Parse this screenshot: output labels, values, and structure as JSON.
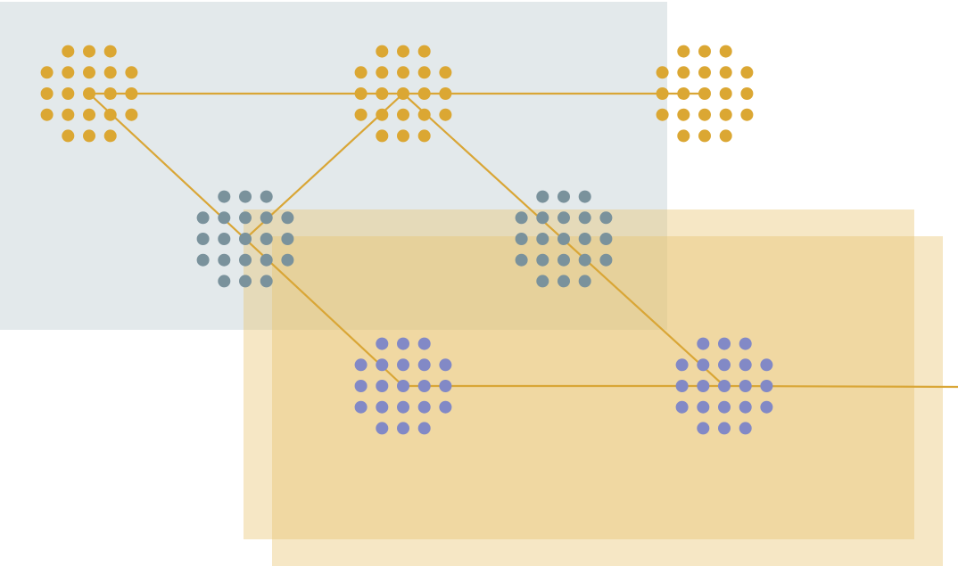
{
  "colors": {
    "background": "#ffffff",
    "panel_grey": "#e3e9eb",
    "panel_gold": "#e8c36e",
    "gold_dots": "#dba733",
    "slate_dots": "#7a929c",
    "purple_dots": "#8289c6",
    "connector_line": "#d9a636"
  },
  "clusters": [
    {
      "id": "gold-1",
      "tone": "gold_dots"
    },
    {
      "id": "gold-2",
      "tone": "gold_dots"
    },
    {
      "id": "gold-3",
      "tone": "gold_dots"
    },
    {
      "id": "slate-1",
      "tone": "slate_dots"
    },
    {
      "id": "slate-2",
      "tone": "slate_dots"
    },
    {
      "id": "purple-1",
      "tone": "purple_dots"
    },
    {
      "id": "purple-2",
      "tone": "purple_dots"
    }
  ],
  "connections": [
    [
      "gold-1",
      "gold-2"
    ],
    [
      "gold-2",
      "gold-3"
    ],
    [
      "gold-1",
      "purple-1"
    ],
    [
      "gold-2",
      "slate-1"
    ],
    [
      "gold-2",
      "purple-2"
    ],
    [
      "purple-1",
      "purple-2"
    ],
    [
      "purple-2",
      "edge"
    ]
  ]
}
